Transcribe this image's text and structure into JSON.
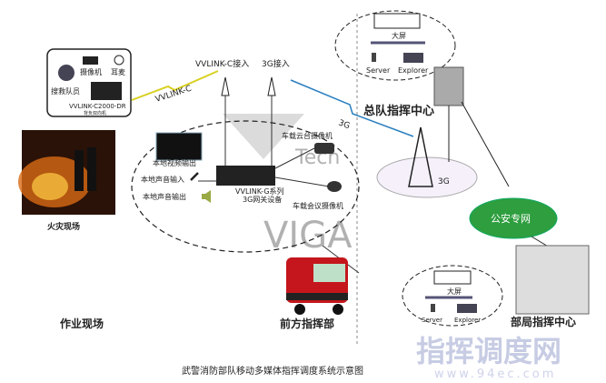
{
  "rescue_kit": {
    "rescuer": "搜救队员",
    "camera": "摄像机",
    "headset": "耳麦",
    "device_model": "VVLINK-C2000-DR",
    "device_desc": "背负双向机"
  },
  "links": {
    "vvlink_c": "VVLINK-C",
    "vvlink_c_access": "VVLINK-C接入",
    "g3_access": "3G接入",
    "g3_link": "3G",
    "g3_cloud": "3G"
  },
  "vehicle": {
    "video_out": "本地视频输出",
    "audio_in": "本地声音输入",
    "audio_out": "本地声音输出",
    "gateway_series": "VVLINK-G系列",
    "gateway_desc": "3G网关设备",
    "ptz_camera": "车载云台摄像机",
    "meeting_camera": "车载会议摄像机"
  },
  "zones": {
    "fire_scene": "火灾现场",
    "work_site": "作业现场",
    "forward_command": "前方指挥部",
    "corps_center": "总队指挥中心",
    "police_net": "公安专网",
    "ministry_center": "部局指挥中心"
  },
  "center_top": {
    "screen": "大屏",
    "server": "Server",
    "explorer": "Explorer"
  },
  "center_bottom": {
    "screen": "大屏",
    "server": "Server",
    "explorer": "Explorer"
  },
  "caption": "武警消防部队移动多媒体指挥调度系统示意图",
  "watermarks": {
    "viga_tech": "Tech",
    "viga": "VIGA",
    "site_name": "指挥调度网",
    "site_url": "www.94ec.com"
  },
  "colors": {
    "link_blue": "#2a7fc0",
    "vvlink_yellow": "#d8d020",
    "police_green": "#2e9e3e",
    "truck_red": "#c4161c"
  }
}
